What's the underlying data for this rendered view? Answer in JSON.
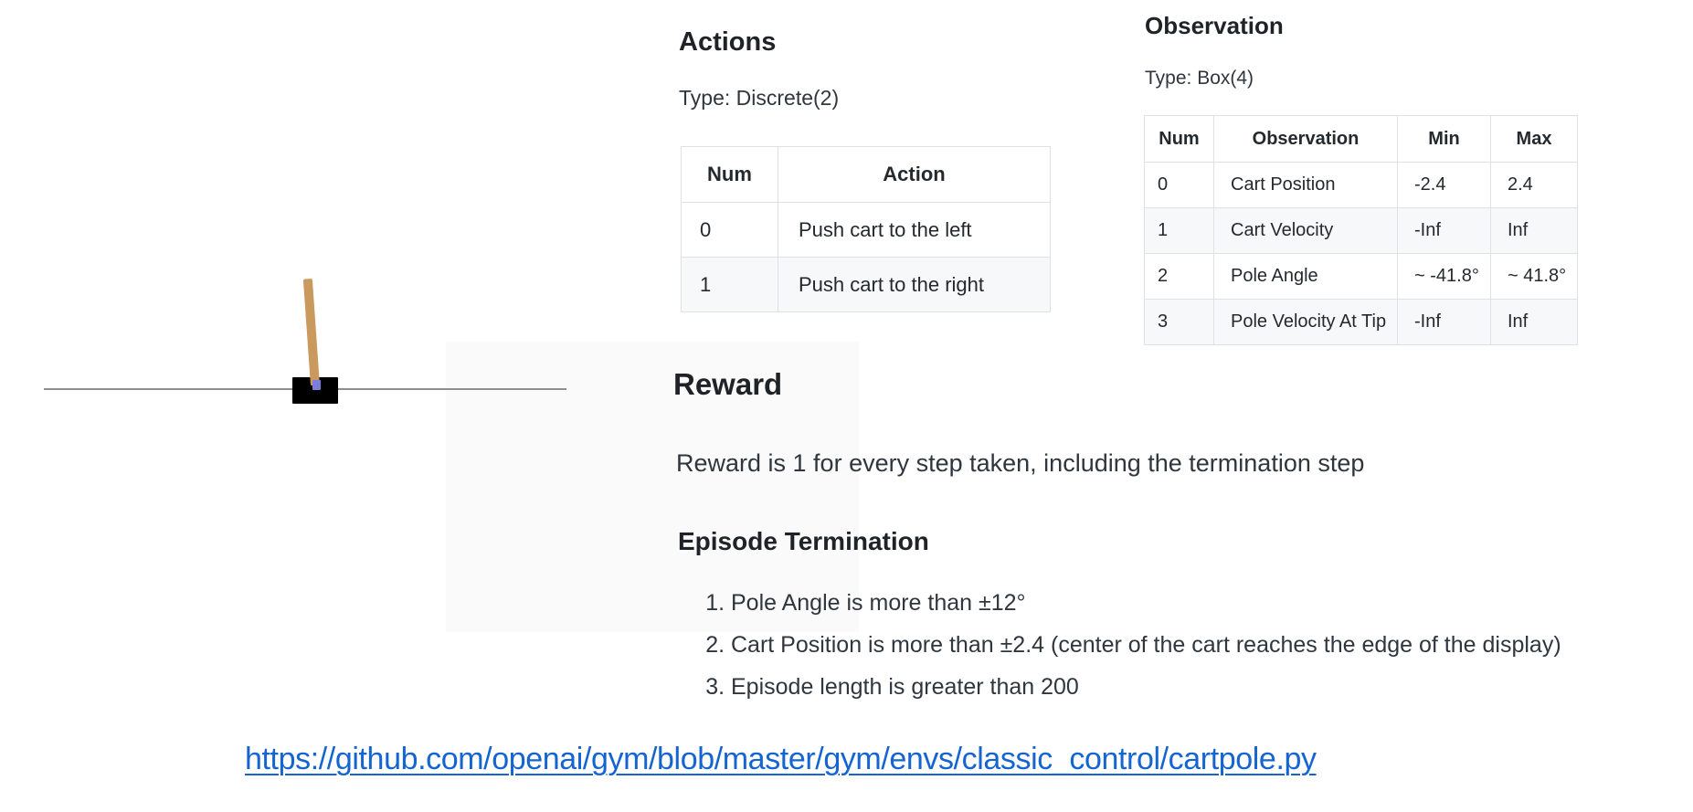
{
  "colors": {
    "link_blue": "#1565d0",
    "heading_text": "#1f2328",
    "body_text": "#2f363d",
    "table_border": "#dfe2e5",
    "table_alt_row": "#f6f8fa",
    "pole_tan": "#c9995e",
    "axle_violet": "#7d7ddb",
    "cart_black": "#000000",
    "track_gray": "#8f8f8f"
  },
  "cartpole_figure": {
    "elements": [
      "track-line",
      "cart",
      "pole",
      "axle"
    ]
  },
  "actions": {
    "heading": "Actions",
    "type_label": "Type: Discrete(2)",
    "table": {
      "headers": [
        "Num",
        "Action"
      ],
      "rows": [
        [
          "0",
          "Push cart to the left"
        ],
        [
          "1",
          "Push cart to the right"
        ]
      ]
    }
  },
  "observation": {
    "heading": "Observation",
    "type_label": "Type: Box(4)",
    "table": {
      "headers": [
        "Num",
        "Observation",
        "Min",
        "Max"
      ],
      "rows": [
        [
          "0",
          "Cart Position",
          "-2.4",
          "2.4"
        ],
        [
          "1",
          "Cart Velocity",
          "-Inf",
          "Inf"
        ],
        [
          "2",
          "Pole Angle",
          "~ -41.8°",
          "~ 41.8°"
        ],
        [
          "3",
          "Pole Velocity At Tip",
          "-Inf",
          "Inf"
        ]
      ]
    }
  },
  "reward": {
    "heading": "Reward",
    "body": "Reward is 1 for every step taken, including the termination step"
  },
  "episode_termination": {
    "heading": "Episode Termination",
    "items": [
      "Pole Angle is more than ±12°",
      "Cart Position is more than ±2.4 (center of the cart reaches the edge of the display)",
      "Episode length is greater than 200"
    ]
  },
  "link": {
    "url_text": "https://github.com/openai/gym/blob/master/gym/envs/classic_control/cartpole.py"
  }
}
